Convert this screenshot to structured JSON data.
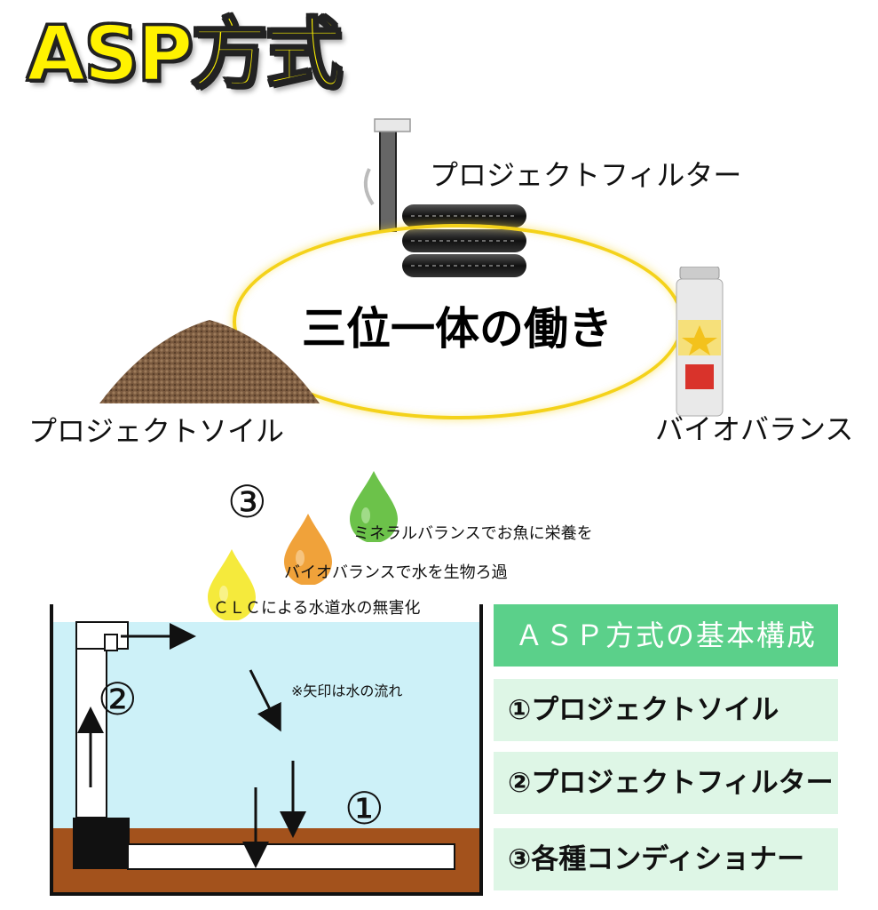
{
  "title": "ASP方式",
  "center_label": "三位一体の働き",
  "products": {
    "filter": "プロジェクトフィルター",
    "soil": "プロジェクトソイル",
    "bio": "バイオバランス"
  },
  "steps": {
    "mineral": "ミネラルバランスでお魚に栄養を",
    "bio": "バイオバランスで水を生物ろ過",
    "clc": "ＣＬＣによる水道水の無害化"
  },
  "numbers": {
    "one": "①",
    "two": "②",
    "three": "③"
  },
  "arrow_note": "※矢印は水の流れ",
  "panel": {
    "heading": "ＡＳＰ方式の基本構成",
    "items": [
      "①プロジェクトソイル",
      "②プロジェクトフィルター",
      "③各種コンディショナー"
    ]
  },
  "colors": {
    "title": "#fff200",
    "ring": "#f4d21a",
    "water": "#cdf1f8",
    "soil": "#a3521c",
    "drop_green": "#6cc24a",
    "drop_orange": "#f0a23a",
    "drop_yellow": "#f5ea3c",
    "panel_head": "#5bd08a",
    "panel_item": "#def6e6"
  }
}
